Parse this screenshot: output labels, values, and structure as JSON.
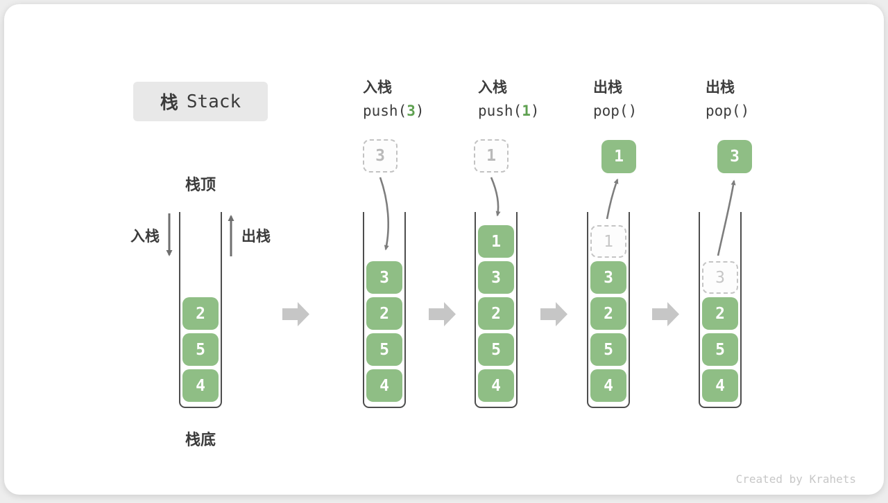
{
  "title": {
    "zh": "栈",
    "en": "Stack"
  },
  "labels": {
    "stack_top": "栈顶",
    "stack_bottom": "栈底",
    "push_side": "入栈",
    "pop_side": "出栈"
  },
  "operations": [
    {
      "label": "入栈",
      "pre": "push(",
      "arg": "3",
      "post": ")"
    },
    {
      "label": "入栈",
      "pre": "push(",
      "arg": "1",
      "post": ")"
    },
    {
      "label": "出栈",
      "pre": "pop()",
      "arg": "",
      "post": ""
    },
    {
      "label": "出栈",
      "pre": "pop()",
      "arg": "",
      "post": ""
    }
  ],
  "floating": [
    {
      "type": "dashed",
      "value": "3"
    },
    {
      "type": "dashed",
      "value": "1"
    },
    {
      "type": "solid",
      "value": "1"
    },
    {
      "type": "solid",
      "value": "3"
    }
  ],
  "stacks": [
    {
      "items": [
        "2",
        "5",
        "4"
      ]
    },
    {
      "items": [
        "3",
        "2",
        "5",
        "4"
      ]
    },
    {
      "items": [
        "1",
        "3",
        "2",
        "5",
        "4"
      ]
    },
    {
      "ghost": "1",
      "items": [
        "3",
        "2",
        "5",
        "4"
      ]
    },
    {
      "ghost": "3",
      "items": [
        "2",
        "5",
        "4"
      ]
    }
  ],
  "colors": {
    "cell_green": "#8fbe85",
    "code_arg_green": "#5ea050",
    "arrow_gray": "#7d7d7d",
    "block_arrow_gray": "#c6c6c6",
    "ghost_gray": "#c4c4c4",
    "text_dark": "#3c3c3c"
  },
  "credit": "Created by Krahets"
}
